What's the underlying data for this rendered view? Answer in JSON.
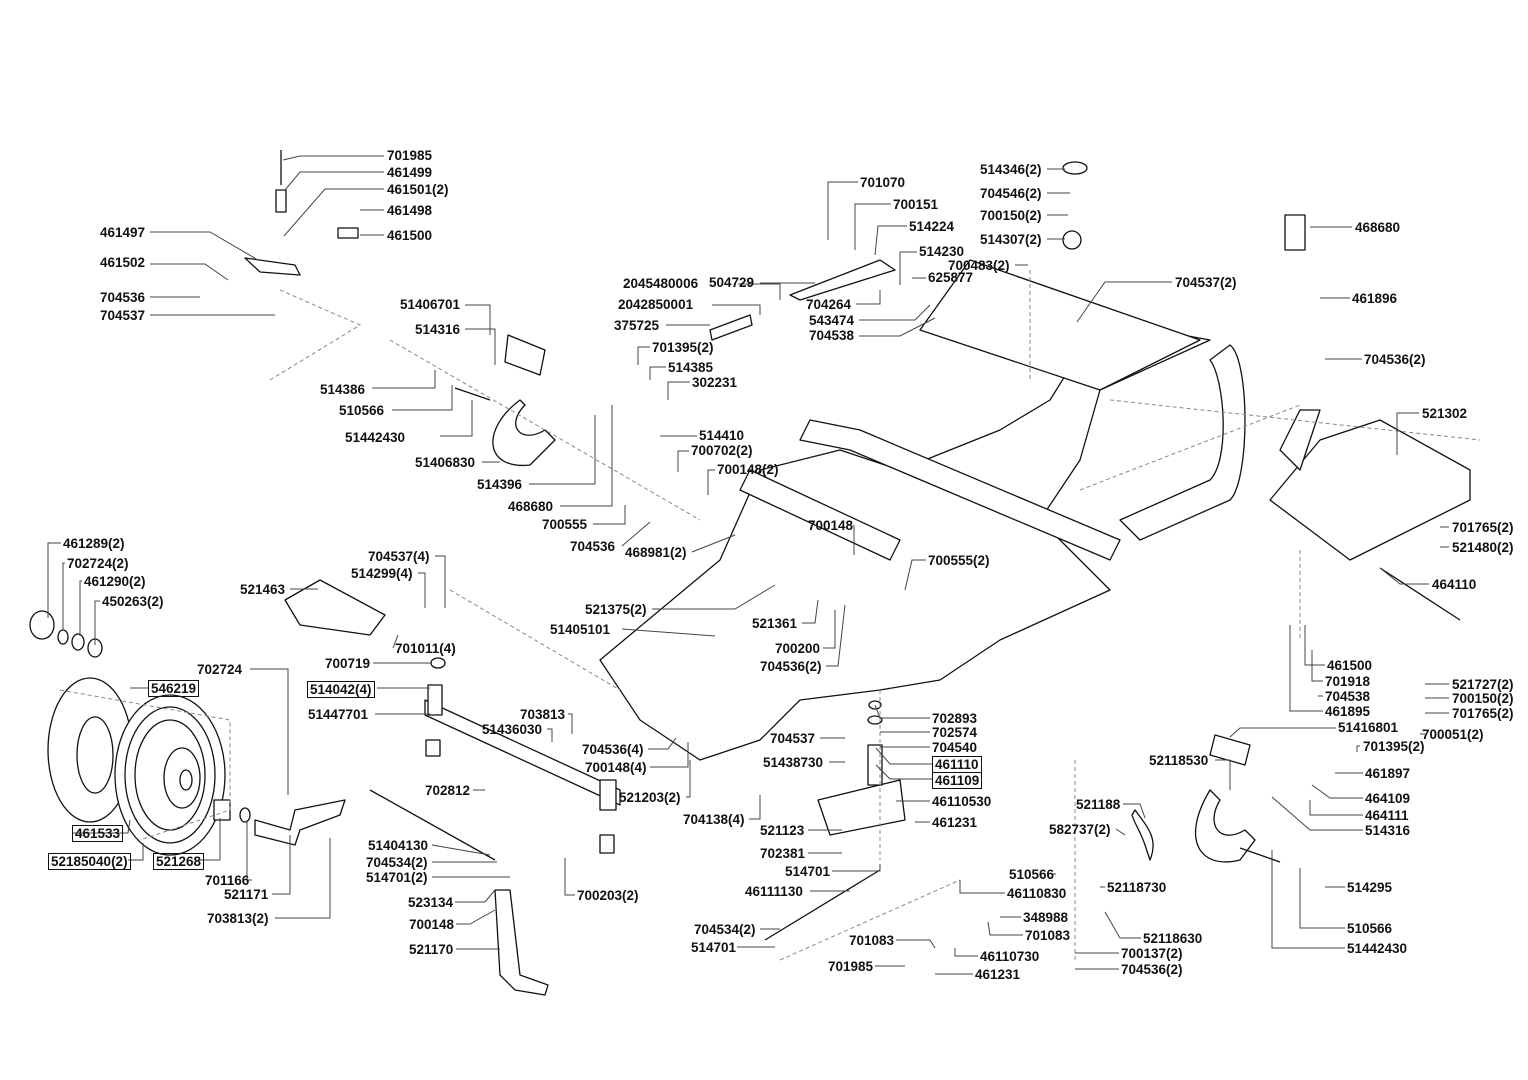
{
  "diagram": {
    "title": "Chassis and steering exploded parts diagram",
    "line_color": "#111111",
    "leader_color": "#444444",
    "dashed_color": "#888888",
    "labels": [
      {
        "id": "701985-top",
        "text": "701985",
        "boxed": false
      },
      {
        "id": "461499",
        "text": "461499",
        "boxed": false
      },
      {
        "id": "461501",
        "text": "461501(2)",
        "boxed": false
      },
      {
        "id": "461498",
        "text": "461498",
        "boxed": false
      },
      {
        "id": "461497",
        "text": "461497",
        "boxed": false
      },
      {
        "id": "461500",
        "text": "461500",
        "boxed": false
      },
      {
        "id": "461502",
        "text": "461502",
        "boxed": false
      },
      {
        "id": "704536-a",
        "text": "704536",
        "boxed": false
      },
      {
        "id": "704537-a",
        "text": "704537",
        "boxed": false
      },
      {
        "id": "701070",
        "text": "701070",
        "boxed": false
      },
      {
        "id": "700151",
        "text": "700151",
        "boxed": false
      },
      {
        "id": "514224",
        "text": "514224",
        "boxed": false
      },
      {
        "id": "504729",
        "text": "504729",
        "boxed": false
      },
      {
        "id": "514230",
        "text": "514230",
        "boxed": false
      },
      {
        "id": "2045480006",
        "text": "2045480006",
        "boxed": false
      },
      {
        "id": "625877",
        "text": "625877",
        "boxed": false
      },
      {
        "id": "2042850001",
        "text": "2042850001",
        "boxed": false
      },
      {
        "id": "704264",
        "text": "704264",
        "boxed": false
      },
      {
        "id": "543474",
        "text": "543474",
        "boxed": false
      },
      {
        "id": "375725",
        "text": "375725",
        "boxed": false
      },
      {
        "id": "704538-a",
        "text": "704538",
        "boxed": false
      },
      {
        "id": "514346",
        "text": "514346(2)",
        "boxed": false
      },
      {
        "id": "704546",
        "text": "704546(2)",
        "boxed": false
      },
      {
        "id": "700150-a",
        "text": "700150(2)",
        "boxed": false
      },
      {
        "id": "514307",
        "text": "514307(2)",
        "boxed": false
      },
      {
        "id": "700483",
        "text": "700483(2)",
        "boxed": false
      },
      {
        "id": "704537-b",
        "text": "704537(2)",
        "boxed": false
      },
      {
        "id": "468680-a",
        "text": "468680",
        "boxed": false
      },
      {
        "id": "461896",
        "text": "461896",
        "boxed": false
      },
      {
        "id": "704536-b",
        "text": "704536(2)",
        "boxed": false
      },
      {
        "id": "51406701",
        "text": "51406701",
        "boxed": false
      },
      {
        "id": "514316-a",
        "text": "514316",
        "boxed": false
      },
      {
        "id": "701395-a",
        "text": "701395(2)",
        "boxed": false
      },
      {
        "id": "514385",
        "text": "514385",
        "boxed": false
      },
      {
        "id": "514386",
        "text": "514386",
        "boxed": false
      },
      {
        "id": "302231",
        "text": "302231",
        "boxed": false
      },
      {
        "id": "510566-a",
        "text": "510566",
        "boxed": false
      },
      {
        "id": "51442430-a",
        "text": "51442430",
        "boxed": false
      },
      {
        "id": "514410",
        "text": "514410",
        "boxed": false
      },
      {
        "id": "51406830",
        "text": "51406830",
        "boxed": false
      },
      {
        "id": "700702",
        "text": "700702(2)",
        "boxed": false
      },
      {
        "id": "700148-a",
        "text": "700148(2)",
        "boxed": false
      },
      {
        "id": "514396",
        "text": "514396",
        "boxed": false
      },
      {
        "id": "521302",
        "text": "521302",
        "boxed": false
      },
      {
        "id": "468680-b",
        "text": "468680",
        "boxed": false
      },
      {
        "id": "700555-a",
        "text": "700555",
        "boxed": false
      },
      {
        "id": "704536-c",
        "text": "704536",
        "boxed": false
      },
      {
        "id": "468981",
        "text": "468981(2)",
        "boxed": false
      },
      {
        "id": "700148-b",
        "text": "700148",
        "boxed": false
      },
      {
        "id": "701765-a",
        "text": "701765(2)",
        "boxed": false
      },
      {
        "id": "521480",
        "text": "521480(2)",
        "boxed": false
      },
      {
        "id": "461289",
        "text": "461289(2)",
        "boxed": false
      },
      {
        "id": "702724-a",
        "text": "702724(2)",
        "boxed": false
      },
      {
        "id": "461290",
        "text": "461290(2)",
        "boxed": false
      },
      {
        "id": "450263",
        "text": "450263(2)",
        "boxed": false
      },
      {
        "id": "704537-c",
        "text": "704537(4)",
        "boxed": false
      },
      {
        "id": "514299",
        "text": "514299(4)",
        "boxed": false
      },
      {
        "id": "700555-b",
        "text": "700555(2)",
        "boxed": false
      },
      {
        "id": "521463",
        "text": "521463",
        "boxed": false
      },
      {
        "id": "464110",
        "text": "464110",
        "boxed": false
      },
      {
        "id": "521375",
        "text": "521375(2)",
        "boxed": false
      },
      {
        "id": "521361",
        "text": "521361",
        "boxed": false
      },
      {
        "id": "51405101",
        "text": "51405101",
        "boxed": false
      },
      {
        "id": "701011",
        "text": "701011(4)",
        "boxed": false
      },
      {
        "id": "700200",
        "text": "700200",
        "boxed": false
      },
      {
        "id": "700719",
        "text": "700719",
        "boxed": false
      },
      {
        "id": "704536-d",
        "text": "704536(2)",
        "boxed": false
      },
      {
        "id": "461500-b",
        "text": "461500",
        "boxed": false
      },
      {
        "id": "702724-b",
        "text": "702724",
        "boxed": false
      },
      {
        "id": "546219",
        "text": "546219",
        "boxed": true
      },
      {
        "id": "514042",
        "text": "514042(4)",
        "boxed": true
      },
      {
        "id": "521727",
        "text": "521727(2)",
        "boxed": false
      },
      {
        "id": "701918",
        "text": "701918",
        "boxed": false
      },
      {
        "id": "700150-b",
        "text": "700150(2)",
        "boxed": false
      },
      {
        "id": "704538-b",
        "text": "704538",
        "boxed": false
      },
      {
        "id": "51447701",
        "text": "51447701",
        "boxed": false
      },
      {
        "id": "461895",
        "text": "461895",
        "boxed": false
      },
      {
        "id": "701765-b",
        "text": "701765(2)",
        "boxed": false
      },
      {
        "id": "702893",
        "text": "702893",
        "boxed": false
      },
      {
        "id": "703813-a",
        "text": "703813",
        "boxed": false
      },
      {
        "id": "51416801",
        "text": "51416801",
        "boxed": false
      },
      {
        "id": "700051",
        "text": "700051(2)",
        "boxed": false
      },
      {
        "id": "51436030",
        "text": "51436030",
        "boxed": false
      },
      {
        "id": "702574",
        "text": "702574",
        "boxed": false
      },
      {
        "id": "704537-d",
        "text": "704537",
        "boxed": false
      },
      {
        "id": "701395-b",
        "text": "701395(2)",
        "boxed": false
      },
      {
        "id": "704540",
        "text": "704540",
        "boxed": false
      },
      {
        "id": "704536-e",
        "text": "704536(4)",
        "boxed": false
      },
      {
        "id": "51438730",
        "text": "51438730",
        "boxed": false
      },
      {
        "id": "461110",
        "text": "461110",
        "boxed": true
      },
      {
        "id": "52118530",
        "text": "52118530",
        "boxed": false
      },
      {
        "id": "700148-c",
        "text": "700148(4)",
        "boxed": false
      },
      {
        "id": "461897",
        "text": "461897",
        "boxed": false
      },
      {
        "id": "461109",
        "text": "461109",
        "boxed": true
      },
      {
        "id": "702812",
        "text": "702812",
        "boxed": false
      },
      {
        "id": "521203",
        "text": "521203(2)",
        "boxed": false
      },
      {
        "id": "464109",
        "text": "464109",
        "boxed": false
      },
      {
        "id": "46110530",
        "text": "46110530",
        "boxed": false
      },
      {
        "id": "704138",
        "text": "704138(4)",
        "boxed": false
      },
      {
        "id": "521188",
        "text": "521188",
        "boxed": false
      },
      {
        "id": "464111",
        "text": "464111",
        "boxed": false
      },
      {
        "id": "461231-a",
        "text": "461231",
        "boxed": false
      },
      {
        "id": "461533",
        "text": "461533",
        "boxed": true
      },
      {
        "id": "521123",
        "text": "521123",
        "boxed": false
      },
      {
        "id": "582737",
        "text": "582737(2)",
        "boxed": false
      },
      {
        "id": "514316-b",
        "text": "514316",
        "boxed": false
      },
      {
        "id": "51404130",
        "text": "51404130",
        "boxed": false
      },
      {
        "id": "52185040",
        "text": "52185040(2)",
        "boxed": true
      },
      {
        "id": "521268",
        "text": "521268",
        "boxed": true
      },
      {
        "id": "702381",
        "text": "702381",
        "boxed": false
      },
      {
        "id": "704534-a",
        "text": "704534(2)",
        "boxed": false
      },
      {
        "id": "701166",
        "text": "701166",
        "boxed": false
      },
      {
        "id": "514701-a",
        "text": "514701",
        "boxed": false
      },
      {
        "id": "514701-b",
        "text": "514701(2)",
        "boxed": false
      },
      {
        "id": "510566-b",
        "text": "510566",
        "boxed": false
      },
      {
        "id": "52118730",
        "text": "52118730",
        "boxed": false
      },
      {
        "id": "514295",
        "text": "514295",
        "boxed": false
      },
      {
        "id": "521171",
        "text": "521171",
        "boxed": false
      },
      {
        "id": "700203",
        "text": "700203(2)",
        "boxed": false
      },
      {
        "id": "46111130",
        "text": "46111130",
        "boxed": false
      },
      {
        "id": "46110830",
        "text": "46110830",
        "boxed": false
      },
      {
        "id": "523134",
        "text": "523134",
        "boxed": false
      },
      {
        "id": "703813-b",
        "text": "703813(2)",
        "boxed": false
      },
      {
        "id": "348988",
        "text": "348988",
        "boxed": false
      },
      {
        "id": "700148-d",
        "text": "700148",
        "boxed": false
      },
      {
        "id": "52118630",
        "text": "52118630",
        "boxed": false
      },
      {
        "id": "510566-c",
        "text": "510566",
        "boxed": false
      },
      {
        "id": "704534-b",
        "text": "704534(2)",
        "boxed": false
      },
      {
        "id": "701083-a",
        "text": "701083",
        "boxed": false
      },
      {
        "id": "521170",
        "text": "521170",
        "boxed": false
      },
      {
        "id": "514701-c",
        "text": "514701",
        "boxed": false
      },
      {
        "id": "701083-b",
        "text": "701083",
        "boxed": false
      },
      {
        "id": "51442430-b",
        "text": "51442430",
        "boxed": false
      },
      {
        "id": "46110730",
        "text": "46110730",
        "boxed": false
      },
      {
        "id": "700137",
        "text": "700137(2)",
        "boxed": false
      },
      {
        "id": "701985-b",
        "text": "701985",
        "boxed": false
      },
      {
        "id": "704536-f",
        "text": "704536(2)",
        "boxed": false
      },
      {
        "id": "461231-b",
        "text": "461231",
        "boxed": false
      }
    ]
  }
}
